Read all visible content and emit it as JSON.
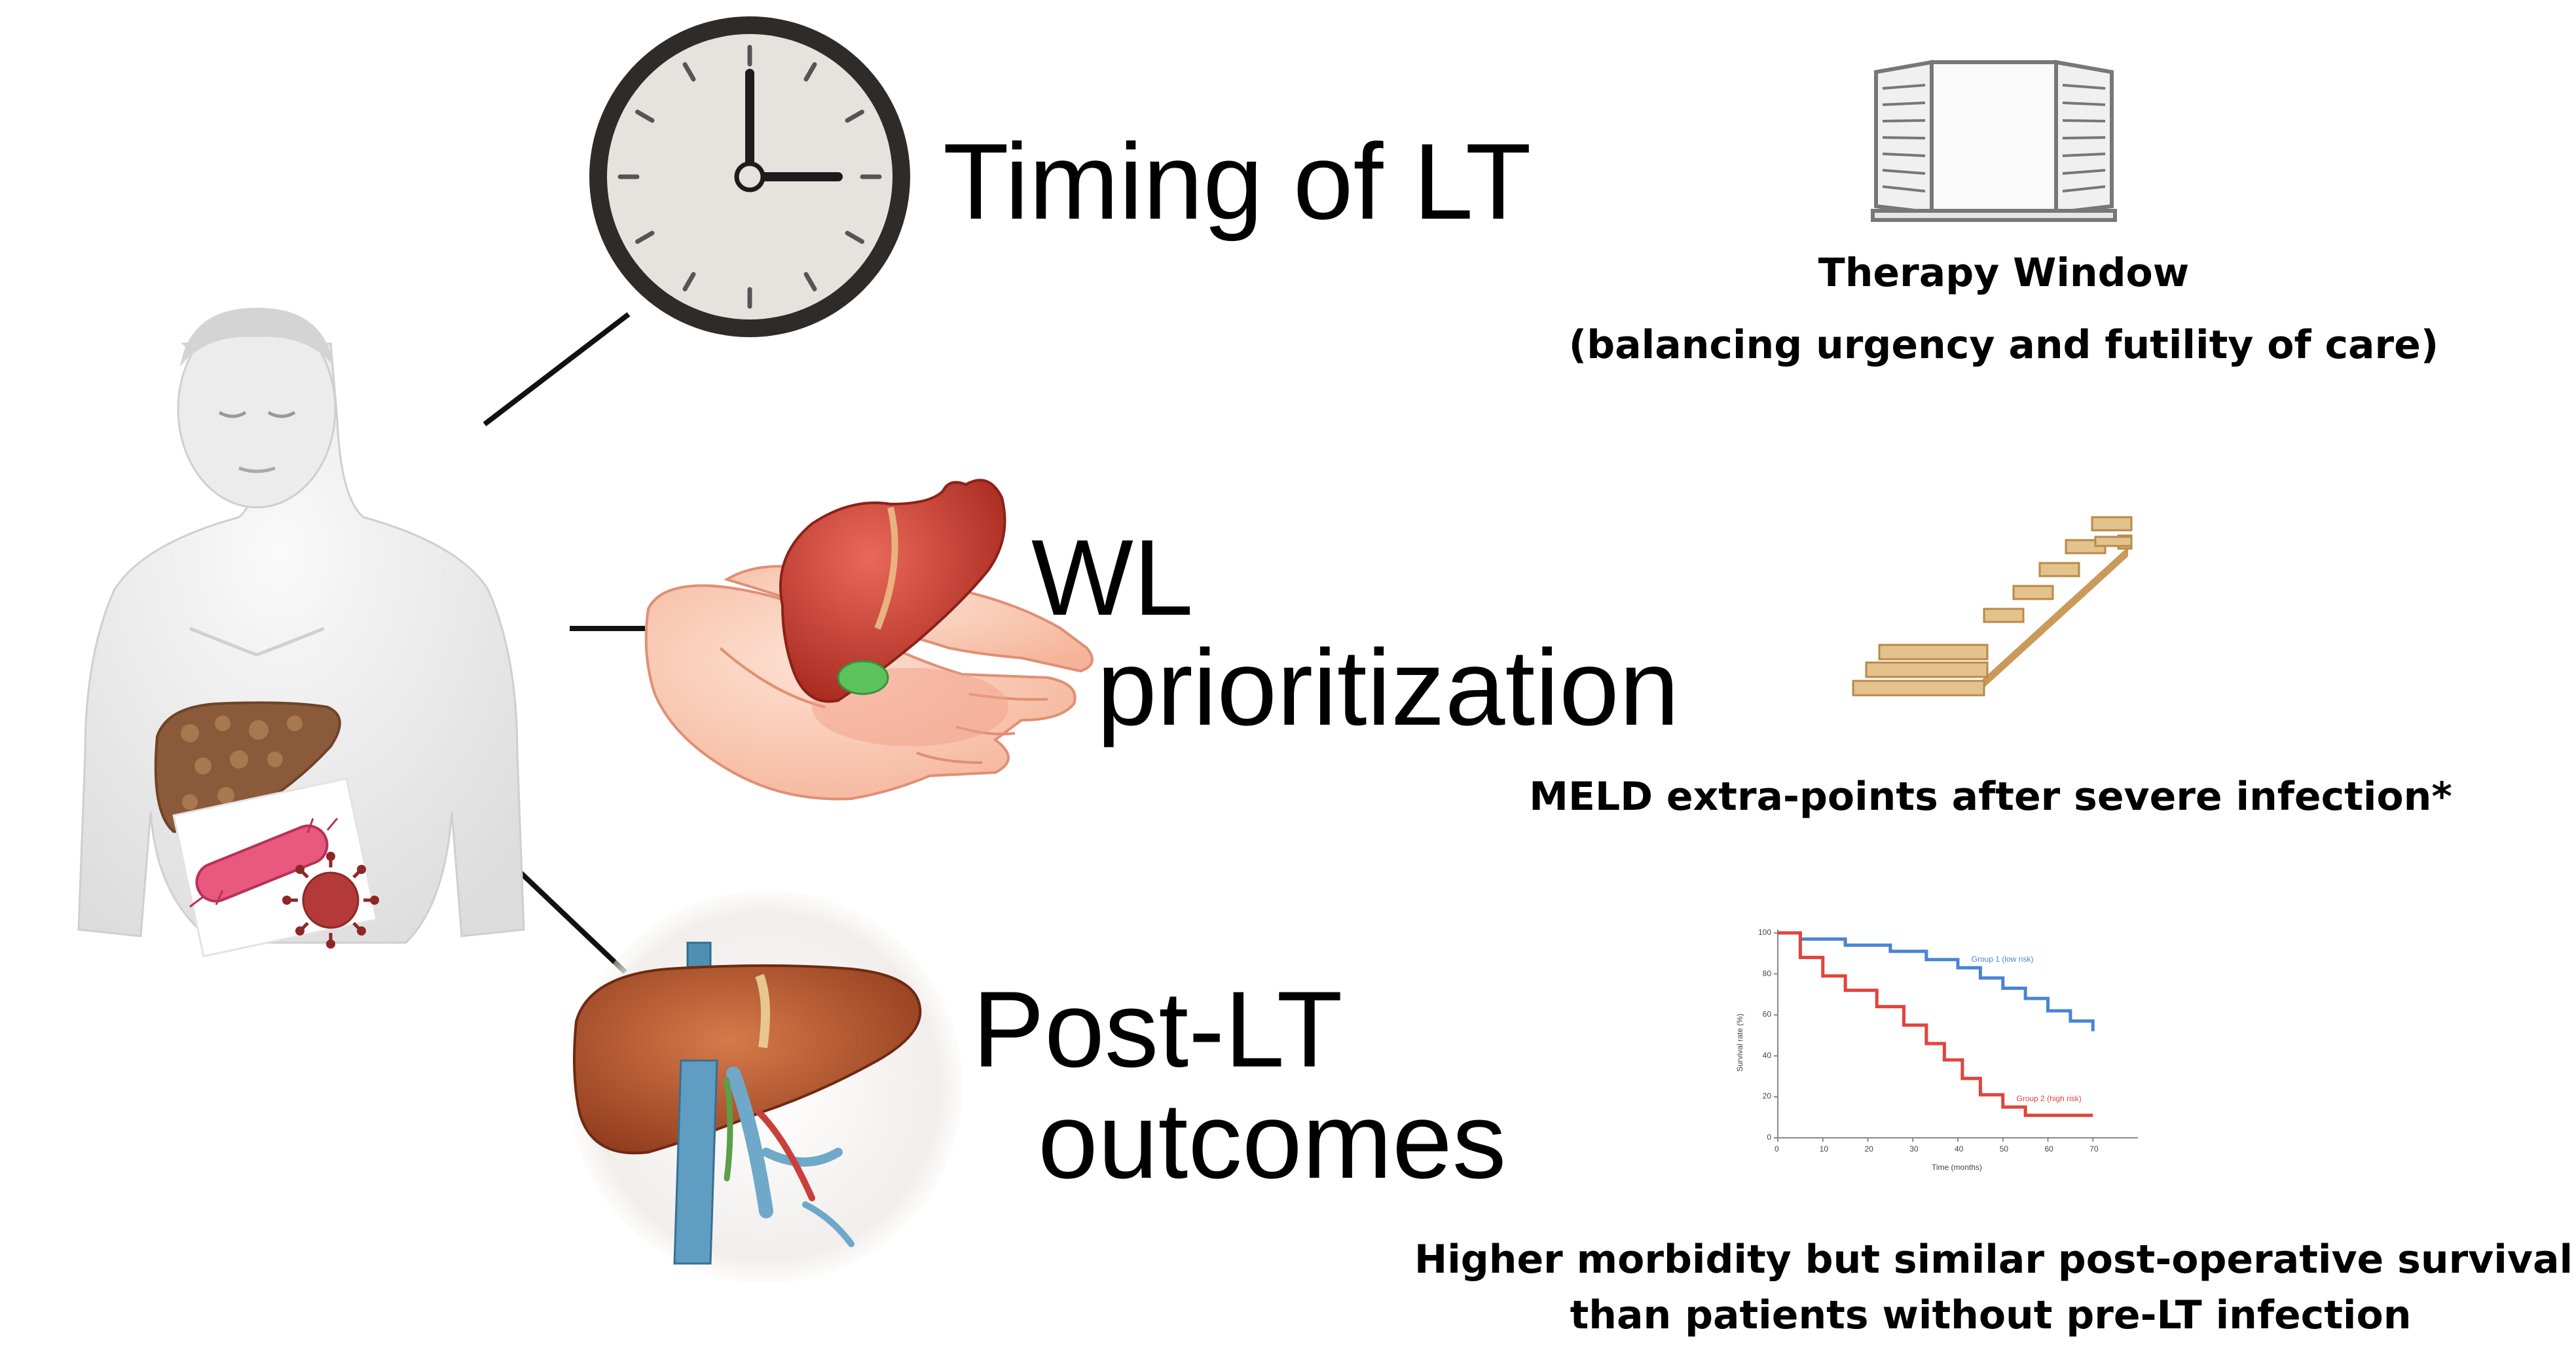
{
  "topics": {
    "timing": "Timing of LT",
    "wl_line1": "WL",
    "wl_line2": "prioritization",
    "post_line1": "Post-LT",
    "post_line2": "outcomes"
  },
  "notes": {
    "therapy_title": "Therapy Window",
    "therapy_sub": "(balancing urgency and futility of care)",
    "meld": "MELD extra-points after severe infection*",
    "survival_line1": "Higher morbidity but similar post-operative survival",
    "survival_line2": "than patients without pre-LT infection"
  },
  "icons": [
    "human-body-figure",
    "clock-icon",
    "hands-holding-liver-icon",
    "liver-anatomy-icon",
    "open-window-icon",
    "staircase-icon",
    "survival-curve-chart"
  ],
  "colors": {
    "group1_line": "#4a84d4",
    "group2_line": "#e0453c",
    "liver_red": "#c23a2a",
    "stair_wood": "#e3c28c"
  },
  "chart_data": {
    "type": "line",
    "title": "",
    "xlabel": "Time (months)",
    "ylabel": "Survival rate (%)",
    "xlim": [
      0,
      80
    ],
    "ylim": [
      0,
      100
    ],
    "xticks": [
      "0",
      "10",
      "20",
      "30",
      "40",
      "50",
      "60",
      "70"
    ],
    "yticks": [
      "0",
      "20",
      "40",
      "60",
      "80",
      "100"
    ],
    "step": true,
    "series": [
      {
        "name": "Group 1 (low risk)",
        "color": "#4a84d4",
        "x": [
          0,
          5,
          15,
          25,
          33,
          40,
          45,
          50,
          55,
          60,
          65,
          70
        ],
        "y": [
          100,
          97,
          94,
          91,
          87,
          83,
          78,
          73,
          68,
          62,
          57,
          52
        ]
      },
      {
        "name": "Group 2 (high risk)",
        "color": "#e0453c",
        "x": [
          0,
          5,
          10,
          15,
          22,
          28,
          33,
          37,
          41,
          45,
          50,
          55,
          70
        ],
        "y": [
          100,
          88,
          79,
          72,
          64,
          55,
          46,
          38,
          29,
          21,
          15,
          11,
          11
        ]
      }
    ]
  }
}
